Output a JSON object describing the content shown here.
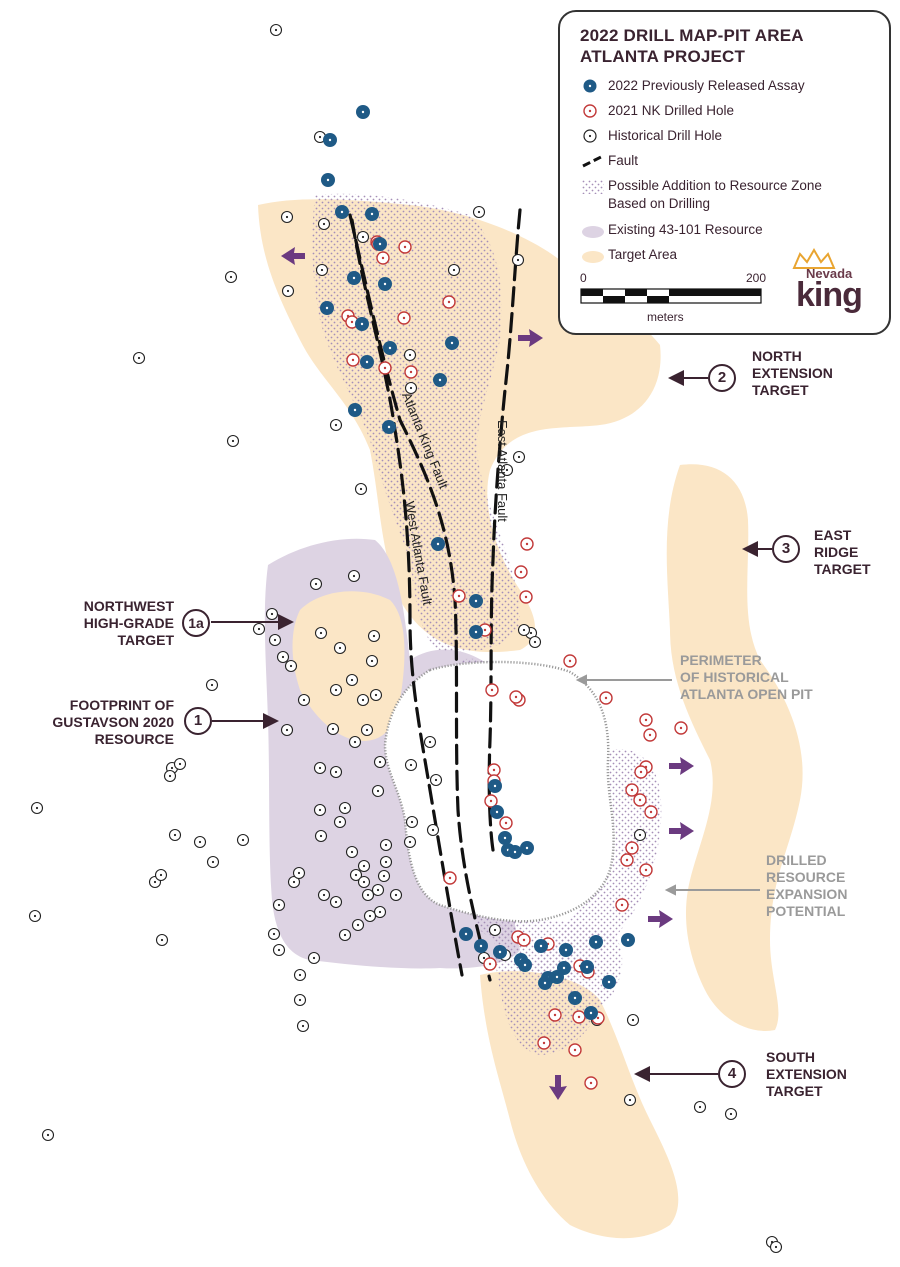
{
  "legend": {
    "title_line1": "2022 DRILL MAP-PIT AREA",
    "title_line2": "ATLANTA PROJECT",
    "items": [
      {
        "label": "2022 Previously Released Assay",
        "symbol": "blue-dot-icon"
      },
      {
        "label": "2021 NK Drilled Hole",
        "symbol": "red-ring-icon"
      },
      {
        "label": "Historical Drill Hole",
        "symbol": "black-ring-icon"
      },
      {
        "label": "Fault",
        "symbol": "fault-dash-icon"
      },
      {
        "label": "Possible Addition to Resource Zone",
        "label2": "Based on Drilling",
        "symbol": "dotted-zone-icon"
      },
      {
        "label": "Existing 43-101 Resource",
        "symbol": "lilac-zone-icon"
      },
      {
        "label": "Target Area",
        "symbol": "tan-zone-icon"
      }
    ],
    "scale": {
      "min": "0",
      "max": "200",
      "unit": "meters"
    },
    "logo": {
      "line1": "Nevada",
      "line2": "king"
    }
  },
  "callouts": {
    "north": {
      "num": "2",
      "line1": "NORTH",
      "line2": "EXTENSION",
      "line3": "TARGET"
    },
    "east": {
      "num": "3",
      "line1": "EAST",
      "line2": "RIDGE",
      "line3": "TARGET"
    },
    "northwest": {
      "num": "1a",
      "line1": "NORTHWEST",
      "line2": "HIGH-GRADE",
      "line3": "TARGET"
    },
    "footprint": {
      "num": "1",
      "line1": "FOOTPRINT OF",
      "line2": "GUSTAVSON 2020",
      "line3": "RESOURCE"
    },
    "perimeter": {
      "line1": "PERIMETER",
      "line2": "OF HISTORICAL",
      "line3": "ATLANTA OPEN PIT"
    },
    "drilled": {
      "line1": "DRILLED",
      "line2": "RESOURCE",
      "line3": "EXPANSION",
      "line4": "POTENTIAL"
    },
    "south": {
      "num": "4",
      "line1": "SOUTH",
      "line2": "EXTENSION",
      "line3": "TARGET"
    }
  },
  "faults": {
    "atlanta_king": "Atlanta King Fault",
    "east_atlanta": "East Atlanta Fault",
    "west_atlanta": "West Atlanta Fault"
  },
  "colors": {
    "target": "#fbe6c6",
    "resource": "#ddd3e3",
    "blue_dot": "#1f5a86",
    "red_ring": "#c23a3a",
    "arrow": "#6b3a80",
    "text": "#3a2330",
    "grey_text": "#9a9a9a"
  }
}
